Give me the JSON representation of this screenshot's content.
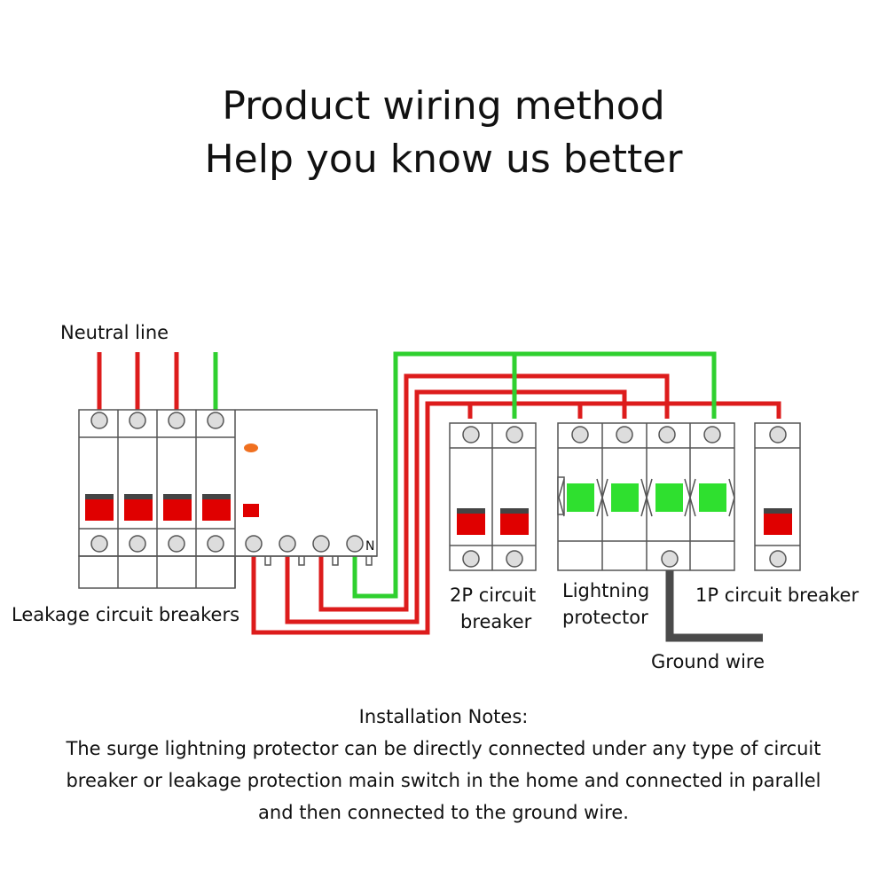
{
  "title": {
    "line1": "Product wiring method",
    "line2": "Help you know us better"
  },
  "labels": {
    "neutral_line": "Neutral line",
    "leakage_breakers": "Leakage circuit breakers",
    "n_terminal": "N",
    "cb_2p_line1": "2P circuit",
    "cb_2p_line2": "breaker",
    "lightning_line1": "Lightning",
    "lightning_line2": "protector",
    "cb_1p": "1P circuit breaker",
    "ground_wire": "Ground wire"
  },
  "notes": {
    "heading": "Installation Notes:",
    "line1": "The surge lightning protector can be directly connected under any type of circuit",
    "line2": "breaker or leakage protection main switch in the home and connected in parallel",
    "line3": "and then connected to the ground wire."
  },
  "colors": {
    "live_wire": "#dd1c1c",
    "neutral_wire": "#2fd02f",
    "ground_wire": "#4a4a4a",
    "breaker_handle": "#e00000",
    "breaker_handle_top": "#444444",
    "protector_module": "#2fe02f",
    "indicator_led": "#f07020",
    "outline": "#555555"
  }
}
